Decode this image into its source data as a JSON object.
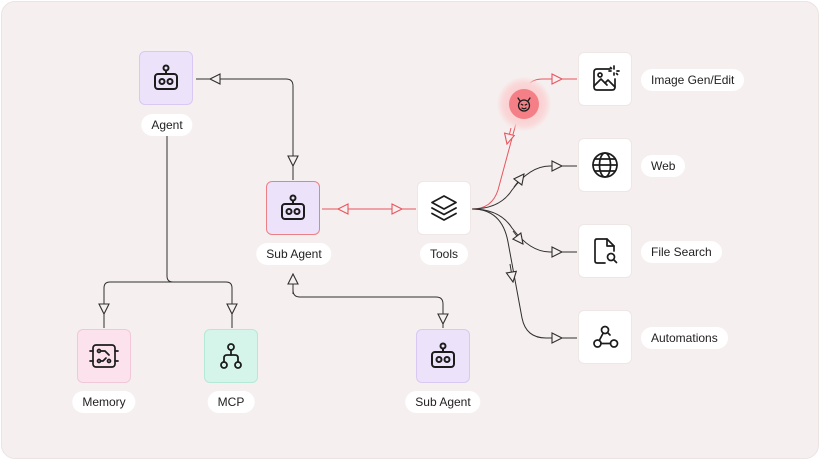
{
  "nodes": {
    "agent": {
      "label": "Agent",
      "icon": "robot-icon"
    },
    "sub_agent_main": {
      "label": "Sub Agent",
      "icon": "robot-icon"
    },
    "sub_agent_bottom": {
      "label": "Sub Agent",
      "icon": "robot-icon"
    },
    "memory": {
      "label": "Memory",
      "icon": "circuit-board-icon"
    },
    "mcp": {
      "label": "MCP",
      "icon": "hierarchy-icon"
    },
    "tools": {
      "label": "Tools",
      "icon": "layers-icon"
    },
    "image_gen": {
      "label": "Image Gen/Edit",
      "icon": "image-sparkle-icon"
    },
    "web": {
      "label": "Web",
      "icon": "globe-icon"
    },
    "file_search": {
      "label": "File Search",
      "icon": "file-search-icon"
    },
    "automations": {
      "label": "Automations",
      "icon": "workflow-icon"
    }
  },
  "guardrail": {
    "icon": "devil-face-icon"
  },
  "colors": {
    "edge_default": "#2f2f2f",
    "edge_highlight": "#e8555e",
    "agent_fill": "#ece3fa",
    "memory_fill": "#fbe2ec",
    "mcp_fill": "#d5f5eb",
    "guard_fill": "#f47f86"
  }
}
